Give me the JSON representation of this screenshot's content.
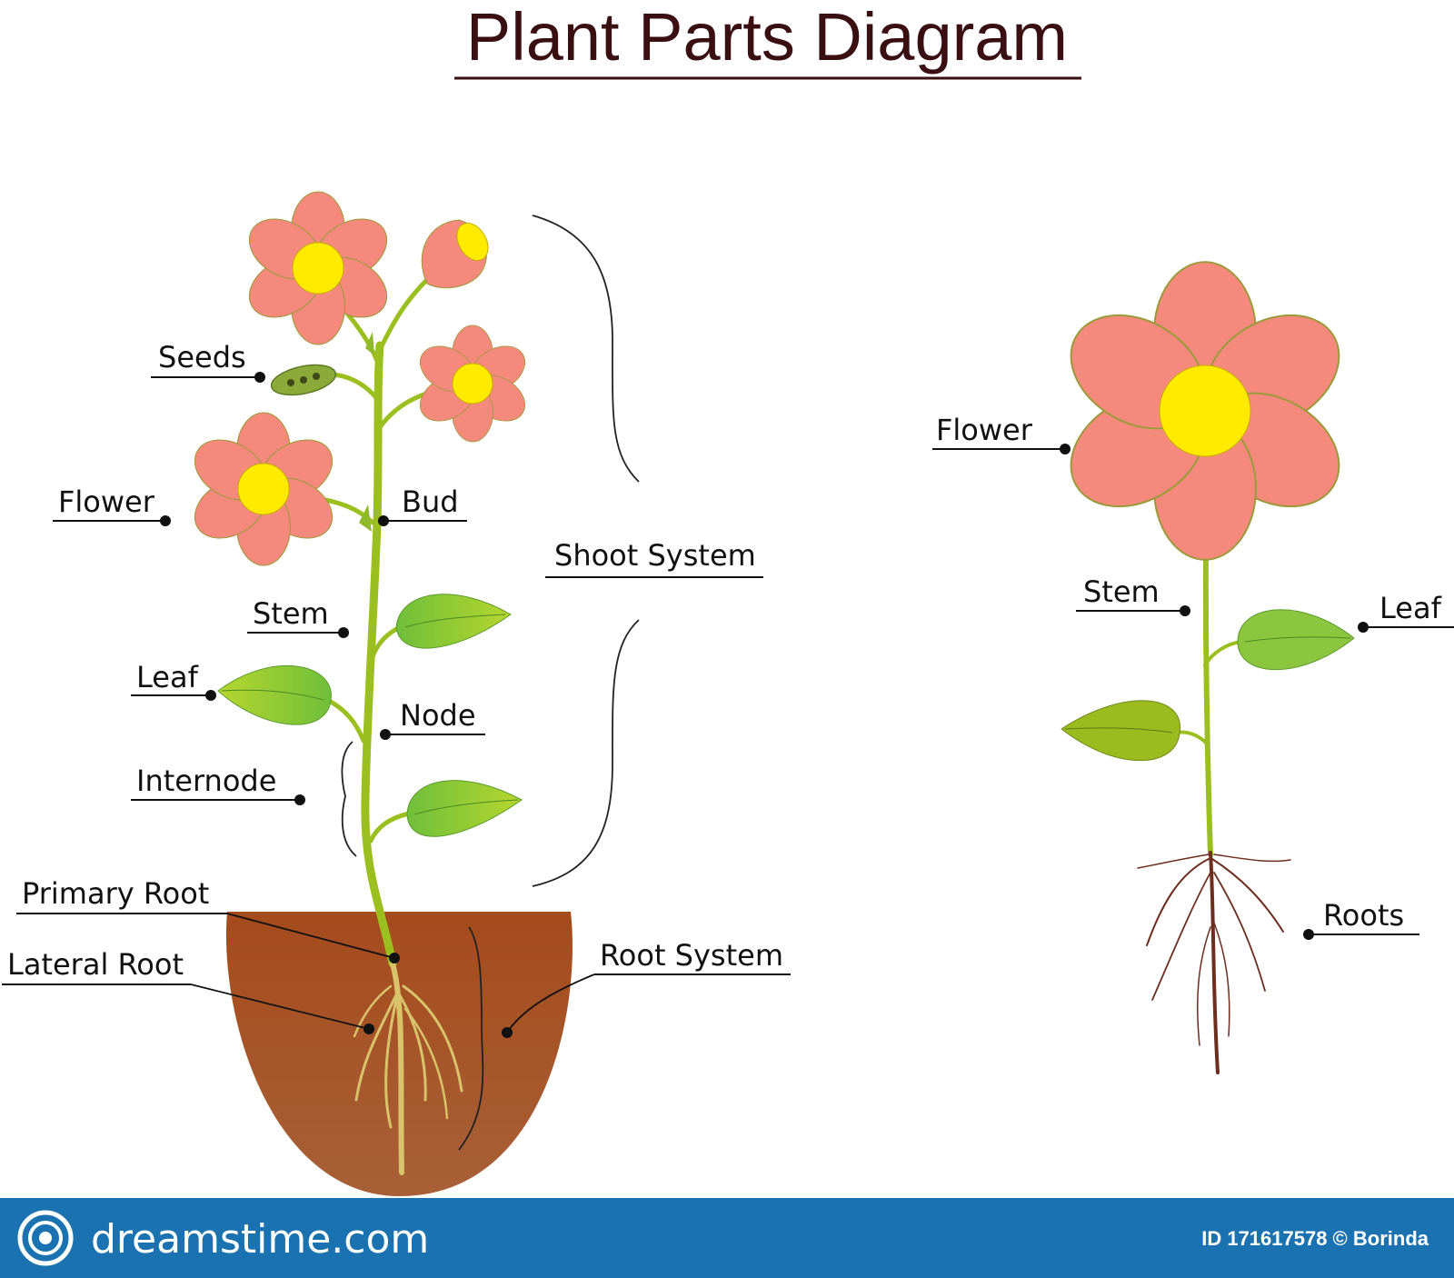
{
  "title": "Plant Parts Diagram",
  "left_plant": {
    "labels": {
      "seeds": "Seeds",
      "flower": "Flower",
      "bud": "Bud",
      "stem": "Stem",
      "leaf": "Leaf",
      "node": "Node",
      "internode": "Internode",
      "primary_root": "Primary Root",
      "lateral_root": "Lateral Root",
      "shoot_system": "Shoot System",
      "root_system": "Root System"
    }
  },
  "right_plant": {
    "labels": {
      "flower": "Flower",
      "stem": "Stem",
      "leaf": "Leaf",
      "roots": "Roots"
    }
  },
  "footer": {
    "brand": "dreamstime.com",
    "credit": "ID 171617578 © Borinda"
  },
  "colors": {
    "petal": "#f58a7c",
    "flower_center": "#ffea00",
    "leaf": "#8cc63f",
    "stem": "#9bbf1e",
    "soil": "#a0522d",
    "footer_bar": "#1a73b0",
    "title": "#3a0f12"
  }
}
